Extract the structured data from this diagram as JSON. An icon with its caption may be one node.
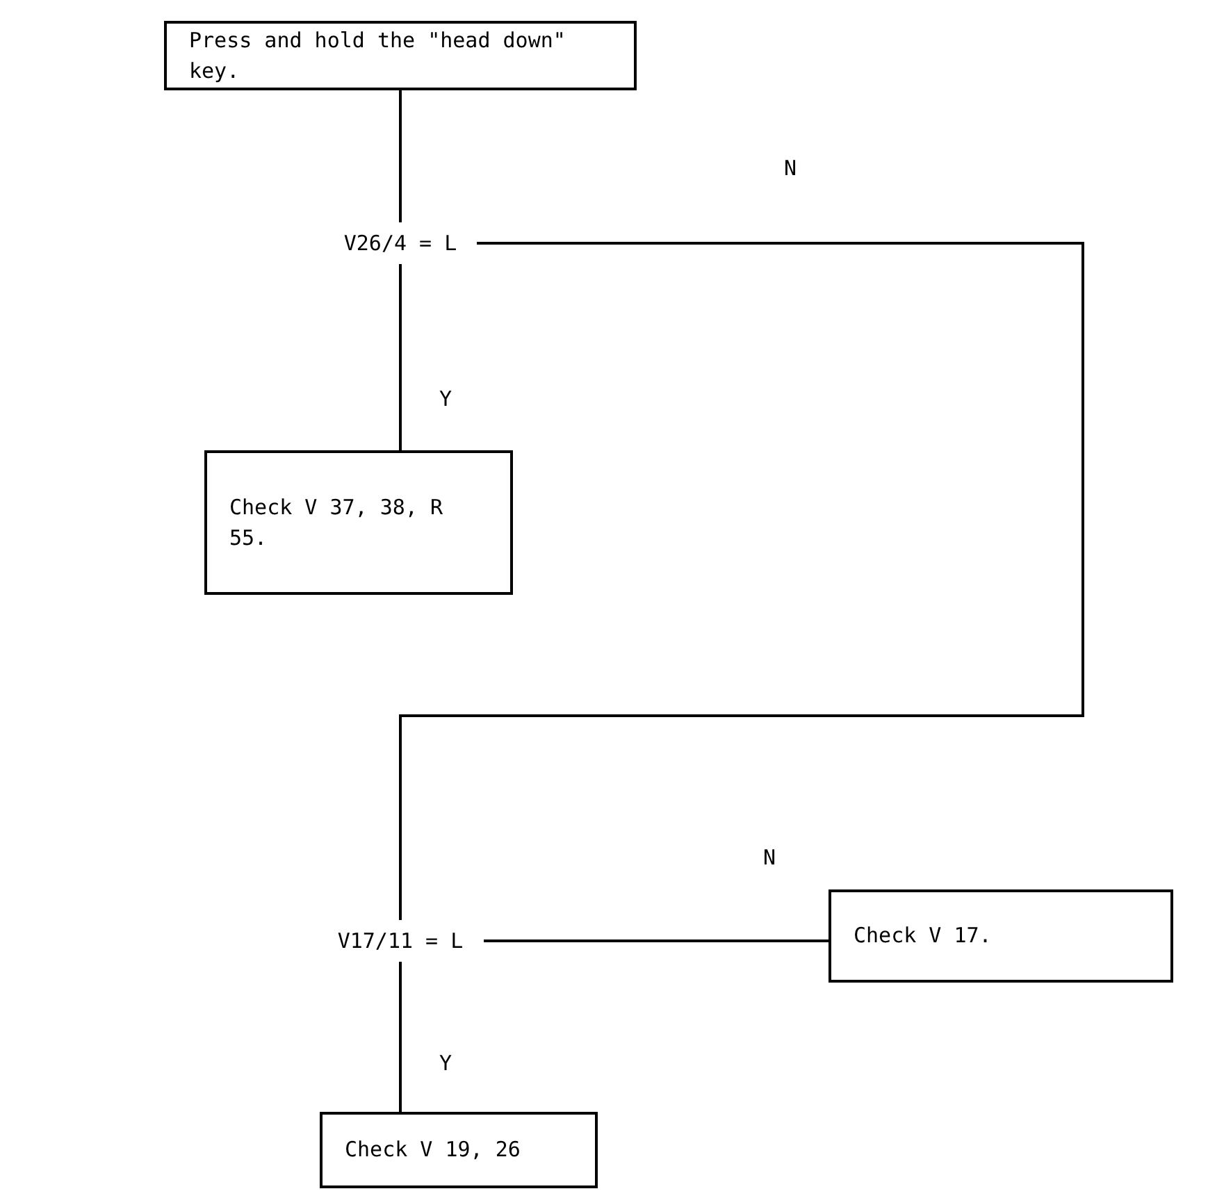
{
  "diagram": {
    "nodes": [
      {
        "text": [
          "Press and hold the \"head down\" key."
        ]
      },
      {
        "text": [
          "V26/4 = L"
        ]
      },
      {
        "text": [
          "Check V 37, 38, R 55."
        ]
      },
      {
        "text": [
          "V17/11 = L"
        ]
      },
      {
        "text": [
          "Check V 17."
        ]
      },
      {
        "text": [
          "Check V 19, 26"
        ]
      }
    ],
    "edges": [
      {
        "from": 0,
        "to": 1,
        "arrow": "none"
      },
      {
        "from": 1,
        "to": 2,
        "arrow": "none",
        "label": "Y"
      },
      {
        "from": 1,
        "to": 3,
        "arrow": "none",
        "label": "N"
      },
      {
        "from": 3,
        "to": 4,
        "arrow": "none",
        "label": "N"
      },
      {
        "from": 3,
        "to": 5,
        "arrow": "none",
        "label": "Y"
      }
    ]
  }
}
